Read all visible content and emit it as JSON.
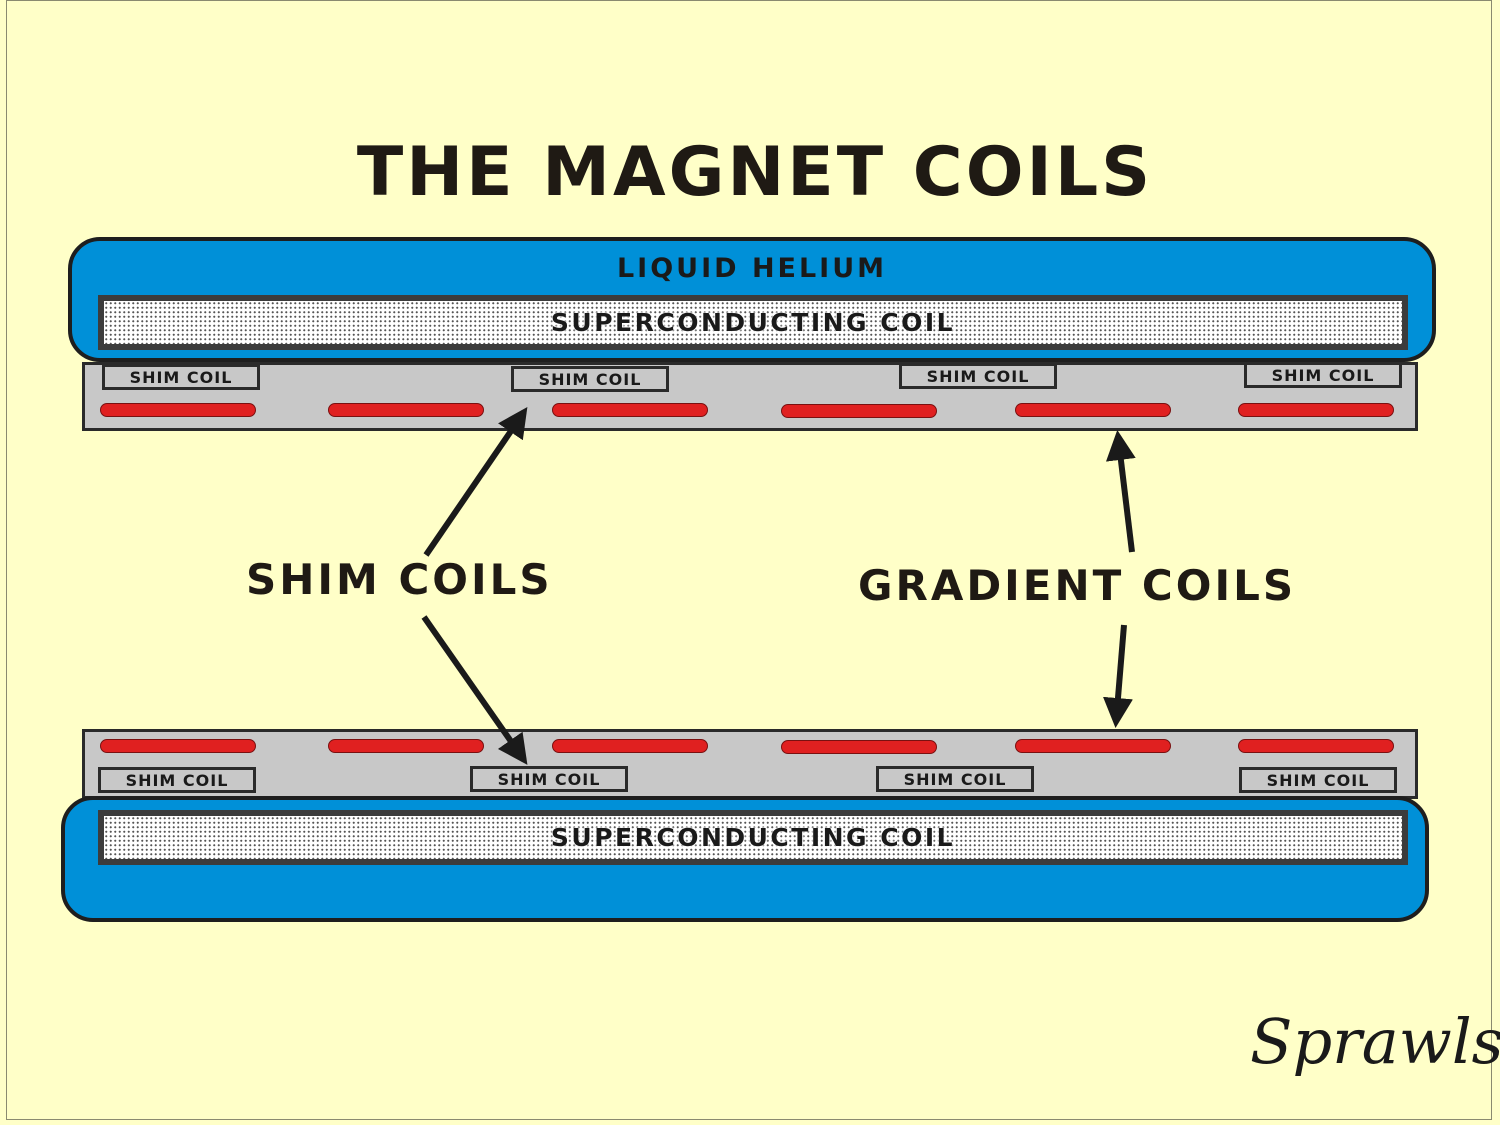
{
  "title": "THE MAGNET COILS",
  "top_assembly": {
    "helium_label": "LIQUID  HELIUM",
    "superconducting_label": "SUPERCONDUCTING  COIL",
    "shim_labels": [
      "SHIM COIL",
      "SHIM COIL",
      "SHIM COIL",
      "SHIM COIL"
    ]
  },
  "bottom_assembly": {
    "superconducting_label": "SUPERCONDUCTING  COIL",
    "shim_labels": [
      "SHIM COIL",
      "SHIM COIL",
      "SHIM COIL",
      "SHIM COIL"
    ]
  },
  "labels": {
    "shim_coils": "SHIM COILS",
    "gradient_coils": "GRADIENT  COILS"
  },
  "signature": "Sprawls",
  "colors": {
    "background": "#ffffc8",
    "liquid_helium": "#0090d8",
    "gradient_coil": "#e02020",
    "shim_band": "#c8c8c8"
  }
}
